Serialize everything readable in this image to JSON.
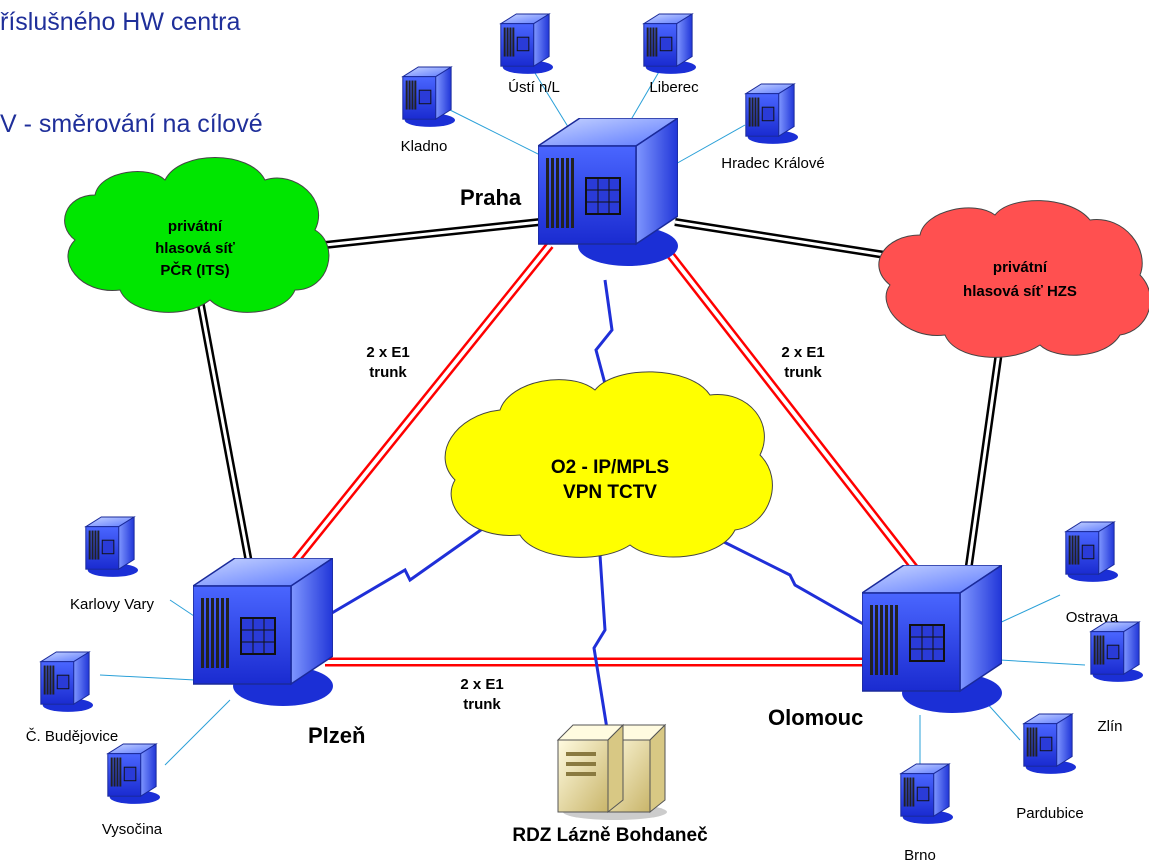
{
  "headings": {
    "line1": "říslušného HW centra",
    "line2": "V - směrování na cílové"
  },
  "hubs": {
    "praha": "Praha",
    "plzen": "Plzeň",
    "olomouc": "Olomouc"
  },
  "sites": {
    "kladno": "Kladno",
    "usti": "Ústí n/L",
    "liberec": "Liberec",
    "hradec": "Hradec Králové",
    "karlovy_vary": "Karlovy Vary",
    "budejovice": "Č. Budějovice",
    "vysocina": "Vysočina",
    "ostrava": "Ostrava",
    "zlin": "Zlín",
    "pardubice": "Pardubice",
    "brno": "Brno"
  },
  "clouds": {
    "pcr": [
      "privátní",
      "hlasová síť",
      "PČR (ITS)"
    ],
    "hzs": [
      "privátní",
      "hlasová síť HZS"
    ],
    "o2": [
      "O2 - IP/MPLS",
      "VPN TCTV"
    ]
  },
  "trunks": {
    "left": [
      "2 x E1",
      "trunk"
    ],
    "right": [
      "2 x E1",
      "trunk"
    ],
    "bottom": [
      "2 x E1",
      "trunk"
    ]
  },
  "rdz": "RDZ Lázně Bohdaneč",
  "colors": {
    "heading": "#1f2f9a",
    "pcr_cloud": "#00e600",
    "hzs_cloud": "#ff5050",
    "o2_cloud": "#ffff00",
    "trunk_red": "#ff0000",
    "vpn_blue": "#1f2fd8",
    "server_blue": "#3b5bff"
  }
}
